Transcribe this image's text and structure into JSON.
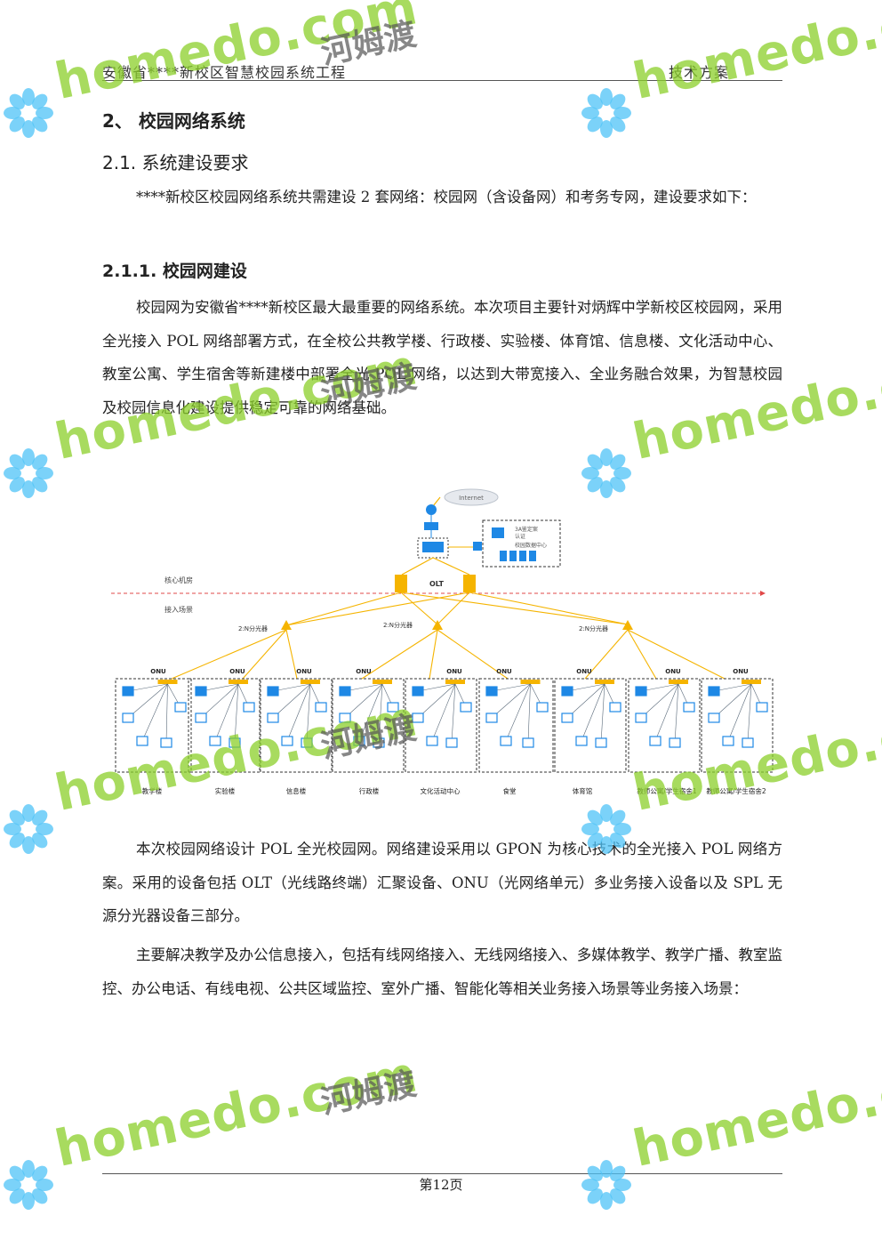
{
  "header": {
    "left": "安徽省****新校区智慧校园系统工程",
    "right": "技术方案"
  },
  "heading1": "2、 校园网络系统",
  "heading2": "2.1. 系统建设要求",
  "para1": "****新校区校园网络系统共需建设 2 套网络：校园网（含设备网）和考务专网，建设要求如下：",
  "heading3": "2.1.1. 校园网建设",
  "para2": "校园网为安徽省****新校区最大最重要的网络系统。本次项目主要针对炳辉中学新校区校园网，采用全光接入 POL 网络部署方式，在全校公共教学楼、行政楼、实验楼、体育馆、信息楼、文化活动中心、教室公寓、学生宿舍等新建楼中部署全光 POL 网络，以达到大带宽接入、全业务融合效果，为智慧校园及校园信息化建设提供稳定可靠的网络基础。",
  "diagram": {
    "internet": "Internet",
    "auth_label1": "3A鉴定案",
    "auth_label2": "认证",
    "datacenter_label": "校园数据中心",
    "olt": "OLT",
    "core_room": "核心机房",
    "access_scene": "接入场景",
    "splitters": [
      "2:N分光器",
      "2:N分光器",
      "2:N分光器"
    ],
    "onu": "ONU",
    "buildings": [
      "教学楼",
      "实验楼",
      "信息楼",
      "行政楼",
      "文化活动中心",
      "食堂",
      "体育馆",
      "教师公寓/学生宿舍1",
      "教师公寓/学生宿舍2"
    ]
  },
  "para3": "本次校园网络设计 POL 全光校园网。网络建设采用以 GPON 为核心技术的全光接入 POL 网络方案。采用的设备包括 OLT（光线路终端）汇聚设备、ONU（光网络单元）多业务接入设备以及 SPL 无源分光器设备三部分。",
  "para4": "主要解决教学及办公信息接入，包括有线网络接入、无线网络接入、多媒体教学、教学广播、教室监控、办公电话、有线电视、公共区域监控、室外广播、智能化等相关业务接入场景等业务接入场景：",
  "footer": "第12页",
  "watermark": {
    "text": "homedo.com",
    "cn": "河姆渡"
  },
  "colors": {
    "fiber": "#f5b400",
    "device": "#1e88e5",
    "watermark_green": "#8ccf2a",
    "flower": "#4fc3f7"
  }
}
